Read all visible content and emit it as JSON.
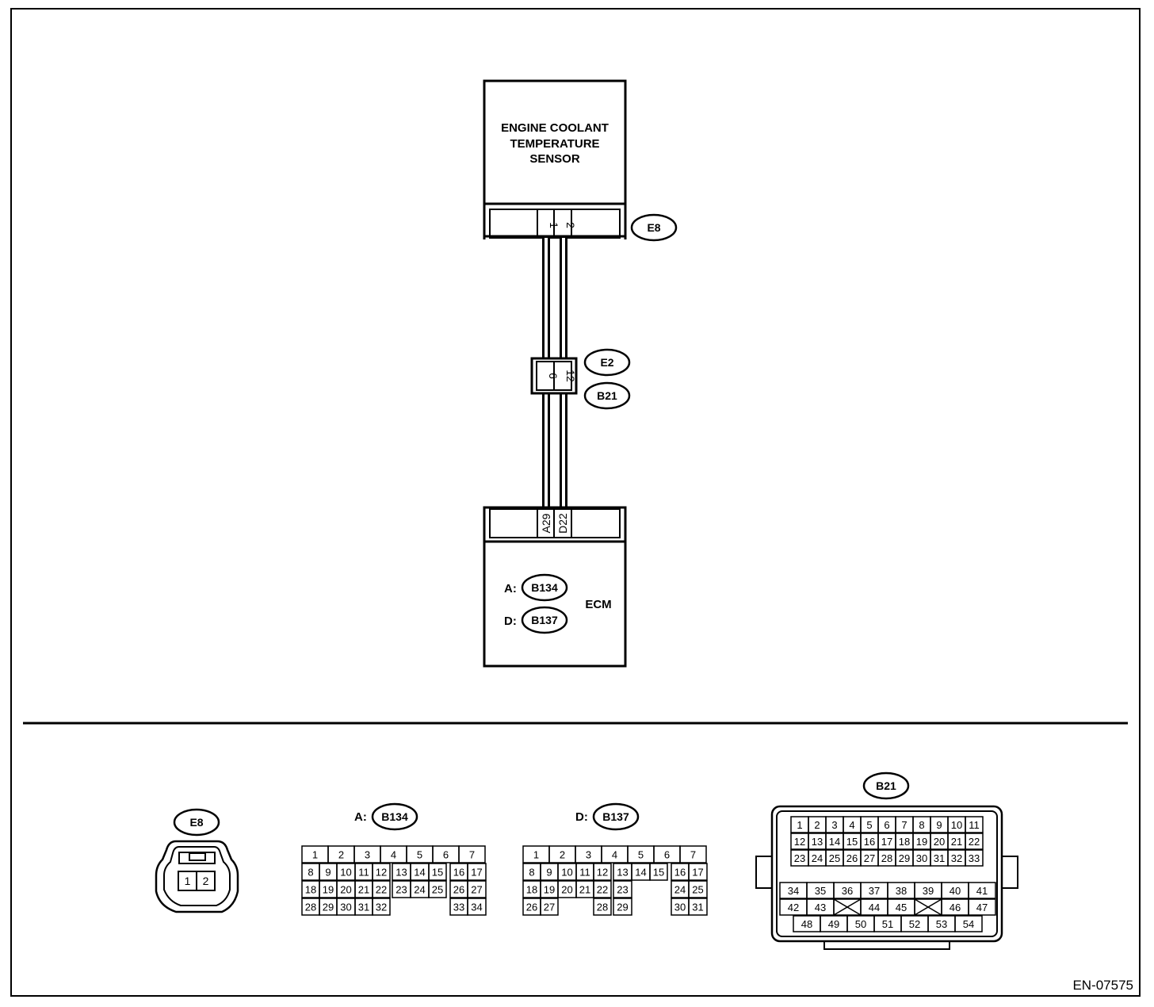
{
  "sensor": {
    "line1": "ENGINE COOLANT",
    "line2": "TEMPERATURE",
    "line3": "SENSOR",
    "connector": "E8",
    "pins": [
      "1",
      "2"
    ]
  },
  "joint": {
    "connector_top": "E2",
    "connector_bottom": "B21",
    "pins": [
      "6",
      "12"
    ]
  },
  "ecm": {
    "label": "ECM",
    "pins": [
      "A29",
      "D22"
    ],
    "conn_a_prefix": "A:",
    "conn_a": "B134",
    "conn_d_prefix": "D:",
    "conn_d": "B137"
  },
  "views": {
    "e8": {
      "label": "E8",
      "pins": [
        "1",
        "2"
      ]
    },
    "b134": {
      "prefix": "A:",
      "label": "B134",
      "row1": [
        "1",
        "2",
        "3",
        "4",
        "5",
        "6",
        "7"
      ],
      "row2": [
        "8",
        "9",
        "10",
        "11",
        "12",
        "13",
        "14",
        "15",
        "16",
        "17"
      ],
      "row3": [
        "18",
        "19",
        "20",
        "21",
        "22",
        "23",
        "24",
        "25",
        "26",
        "27"
      ],
      "row4": [
        "28",
        "29",
        "30",
        "31",
        "32",
        "33",
        "34"
      ]
    },
    "b137": {
      "prefix": "D:",
      "label": "B137",
      "row1": [
        "1",
        "2",
        "3",
        "4",
        "5",
        "6",
        "7"
      ],
      "row2": [
        "8",
        "9",
        "10",
        "11",
        "12",
        "13",
        "14",
        "15",
        "16",
        "17"
      ],
      "row3": [
        "18",
        "19",
        "20",
        "21",
        "22",
        "23",
        "24",
        "25"
      ],
      "row4": [
        "26",
        "27",
        "28",
        "29",
        "30",
        "31"
      ]
    },
    "b21": {
      "label": "B21",
      "row1": [
        "1",
        "2",
        "3",
        "4",
        "5",
        "6",
        "7",
        "8",
        "9",
        "10",
        "11"
      ],
      "row2": [
        "12",
        "13",
        "14",
        "15",
        "16",
        "17",
        "18",
        "19",
        "20",
        "21",
        "22"
      ],
      "row3": [
        "23",
        "24",
        "25",
        "26",
        "27",
        "28",
        "29",
        "30",
        "31",
        "32",
        "33"
      ],
      "row4": [
        "34",
        "35",
        "36",
        "37",
        "38",
        "39",
        "40",
        "41"
      ],
      "row5": [
        "42",
        "43",
        "44",
        "45",
        "46",
        "47"
      ],
      "row6": [
        "48",
        "49",
        "50",
        "51",
        "52",
        "53",
        "54"
      ]
    }
  },
  "figure_id": "EN-07575"
}
